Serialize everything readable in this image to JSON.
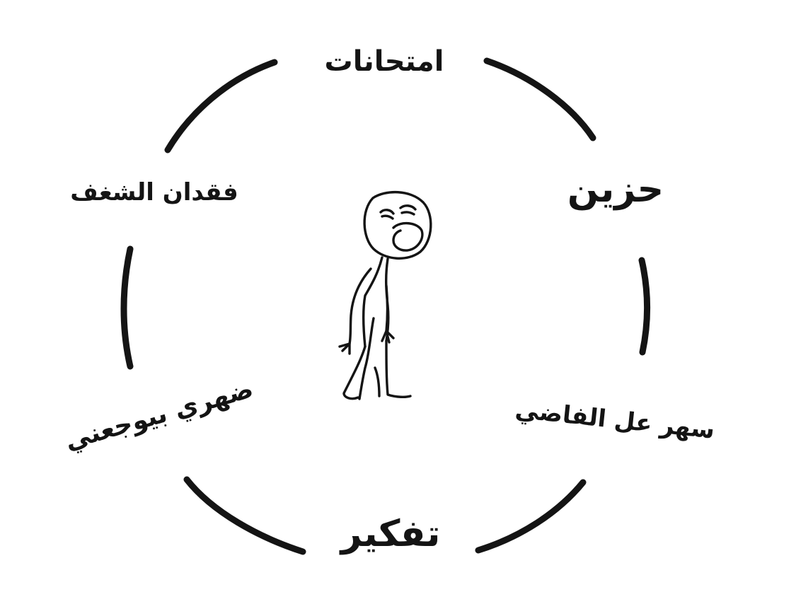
{
  "cycle": {
    "stages": [
      {
        "id": "exams",
        "label": "امتحانات"
      },
      {
        "id": "sad",
        "label": "حزين"
      },
      {
        "id": "staying-up",
        "label": "سهر عل الفاضي"
      },
      {
        "id": "thinking",
        "label": "تفكير"
      },
      {
        "id": "back-pain",
        "label": "ضهري بيوجعني"
      },
      {
        "id": "loss-of-passion",
        "label": "فقدان الشغف"
      }
    ]
  },
  "figure": {
    "icon": "sad-stick-figure-icon"
  },
  "colors": {
    "ink": "#141414",
    "background": "#ffffff"
  }
}
